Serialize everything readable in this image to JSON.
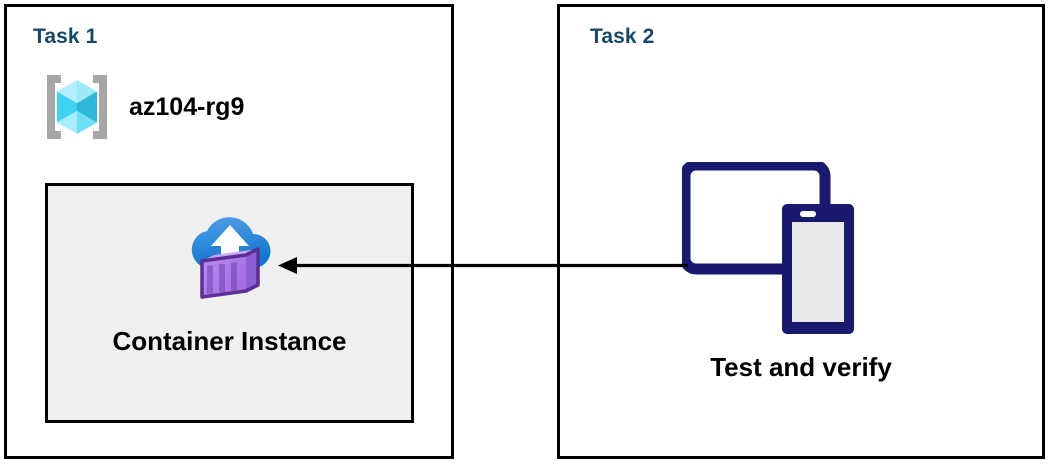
{
  "diagram": {
    "panels": [
      {
        "id": "task1",
        "title": "Task 1",
        "resource_group": {
          "icon": "resource-group-icon",
          "label": "az104-rg9"
        },
        "resource": {
          "icon": "container-instance-icon",
          "label": "Container Instance"
        }
      },
      {
        "id": "task2",
        "title": "Task 2",
        "resource": {
          "icon": "devices-tablet-phone-icon",
          "label": "Test and verify"
        }
      }
    ],
    "connector": {
      "name": "arrow-task2-to-task1",
      "direction": "left",
      "from": "Test and verify",
      "to": "Container Instance"
    },
    "colors": {
      "title": "#15496b",
      "border": "#000000",
      "box_fill": "#f0f0f0",
      "device_navy": "#191970",
      "device_screen": "#e8e8e8",
      "cloud_blue": "#3f8de0",
      "container_purple": "#b07ae8",
      "cube_cyan": "#4fd9f5",
      "bracket_gray": "#a6a6a6"
    }
  }
}
